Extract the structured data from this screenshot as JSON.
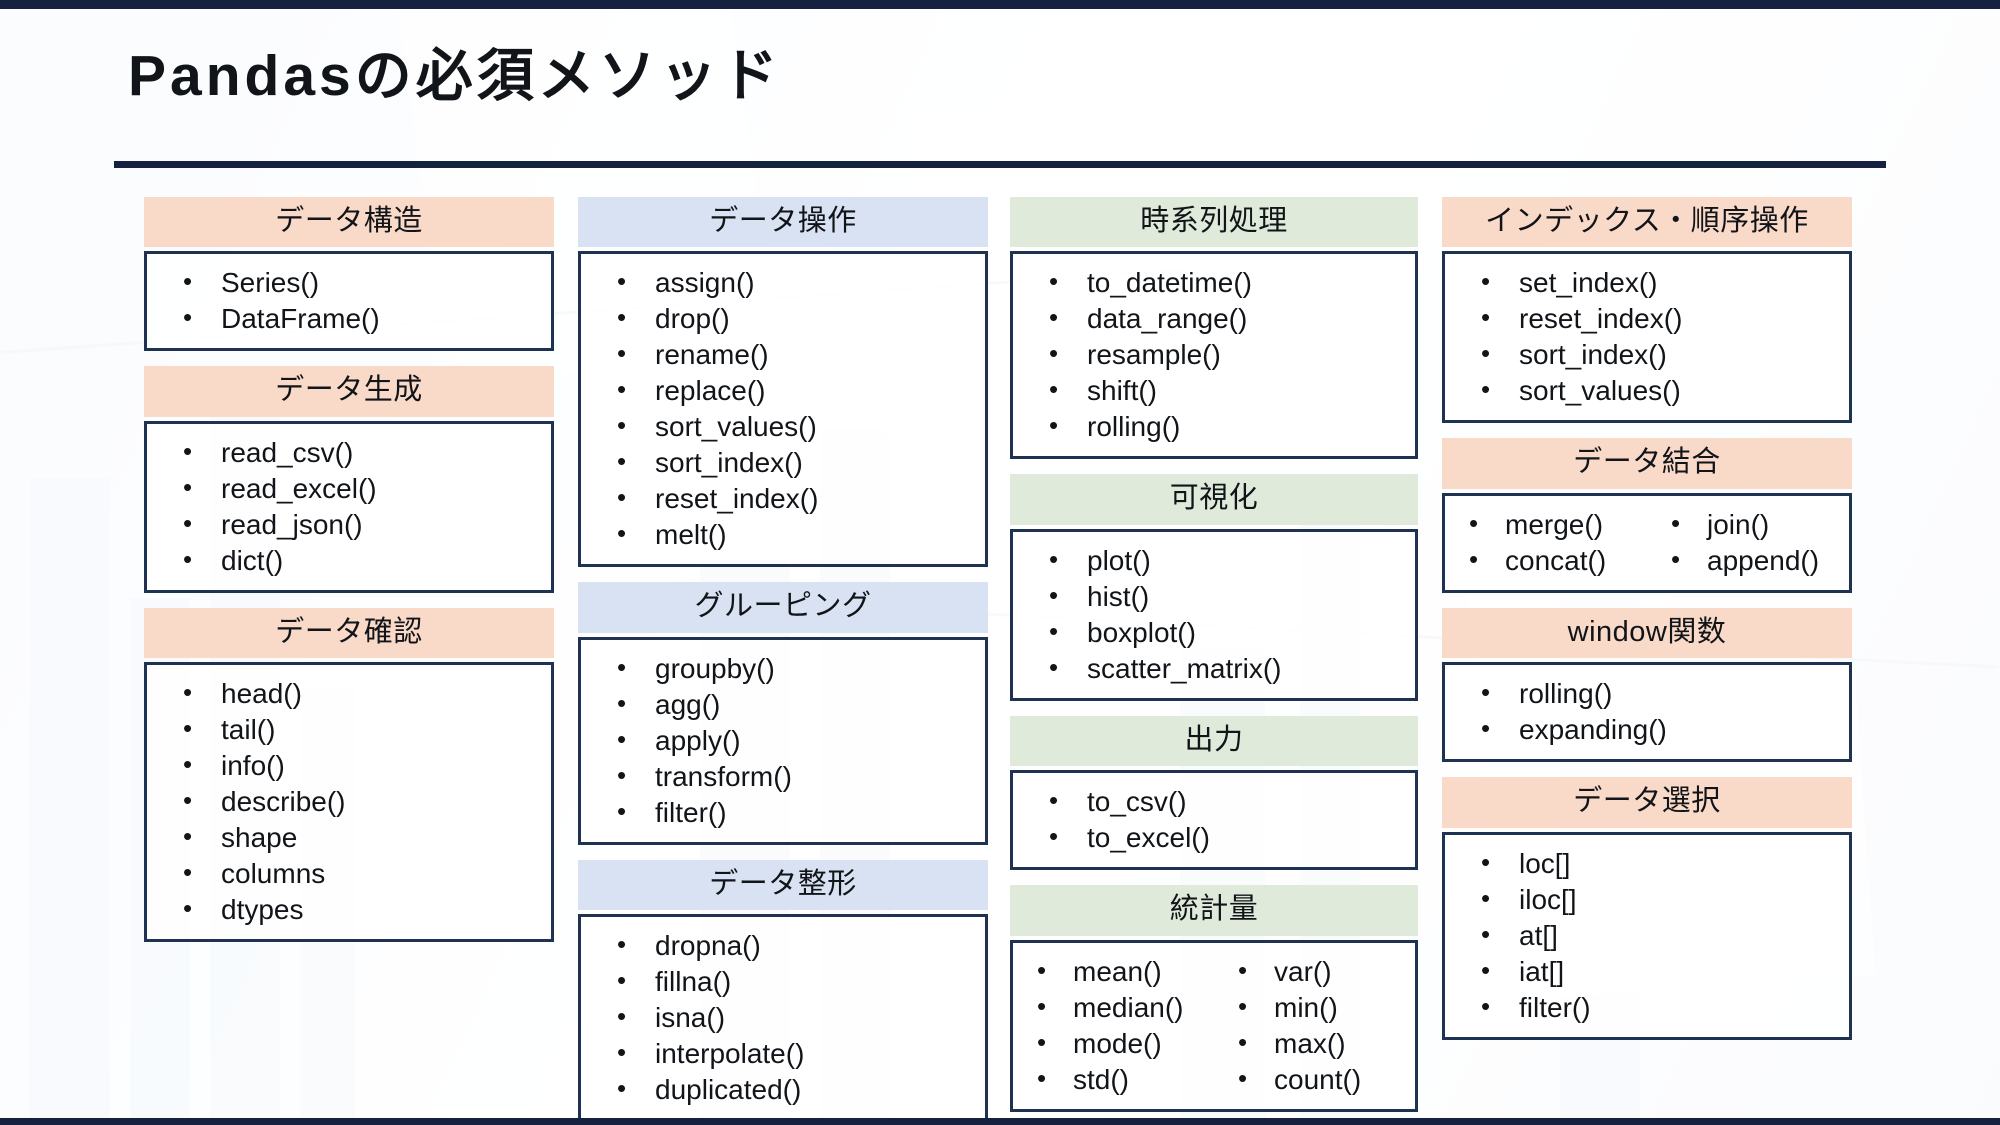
{
  "slide": {
    "title": "Pandasの必須メソッド",
    "accent_navy": "#16213f",
    "header_orange": "#f9d9c8",
    "header_blue": "#d9e2f2",
    "header_green": "#dfeada",
    "box_border": "#1f3252"
  },
  "columns": [
    {
      "name": "column-1",
      "cards": [
        {
          "title": "データ構造",
          "style": "orange",
          "items": [
            "Series()",
            "DataFrame()"
          ]
        },
        {
          "title": "データ生成",
          "style": "orange",
          "items": [
            "read_csv()",
            "read_excel()",
            "read_json()",
            "dict()"
          ]
        },
        {
          "title": "データ確認",
          "style": "orange",
          "items": [
            "head()",
            "tail()",
            "info()",
            "describe()",
            "shape",
            "columns",
            "dtypes"
          ]
        }
      ]
    },
    {
      "name": "column-2",
      "cards": [
        {
          "title": "データ操作",
          "style": "blue",
          "items": [
            "assign()",
            "drop()",
            "rename()",
            "replace()",
            "sort_values()",
            "sort_index()",
            "reset_index()",
            "melt()"
          ]
        },
        {
          "title": "グルーピング",
          "style": "blue",
          "items": [
            "groupby()",
            "agg()",
            "apply()",
            "transform()",
            "filter()"
          ]
        },
        {
          "title": "データ整形",
          "style": "blue",
          "items": [
            "dropna()",
            "fillna()",
            "isna()",
            "interpolate()",
            "duplicated()"
          ]
        }
      ]
    },
    {
      "name": "column-3",
      "cards": [
        {
          "title": "時系列処理",
          "style": "green",
          "items": [
            "to_datetime()",
            "data_range()",
            "resample()",
            "shift()",
            "rolling()"
          ]
        },
        {
          "title": "可視化",
          "style": "green",
          "items": [
            "plot()",
            "hist()",
            "boxplot()",
            "scatter_matrix()"
          ]
        },
        {
          "title": "出力",
          "style": "green",
          "items": [
            "to_csv()",
            "to_excel()"
          ]
        },
        {
          "title": "統計量",
          "style": "green",
          "two_col": true,
          "items": [
            "mean()",
            "var()",
            "median()",
            "min()",
            "mode()",
            "max()",
            "std()",
            "count()"
          ]
        }
      ]
    },
    {
      "name": "column-4",
      "cards": [
        {
          "title": "インデックス・順序操作",
          "style": "orange",
          "items": [
            "set_index()",
            "reset_index()",
            "sort_index()",
            "sort_values()"
          ]
        },
        {
          "title": "データ結合",
          "style": "orange",
          "two_col": true,
          "items": [
            "merge()",
            "join()",
            "concat()",
            "append()"
          ]
        },
        {
          "title": "window関数",
          "style": "orange",
          "items": [
            "rolling()",
            "expanding()"
          ]
        },
        {
          "title": "データ選択",
          "style": "orange",
          "items": [
            "loc[]",
            "iloc[]",
            "at[]",
            "iat[]",
            "filter()"
          ]
        }
      ]
    }
  ]
}
